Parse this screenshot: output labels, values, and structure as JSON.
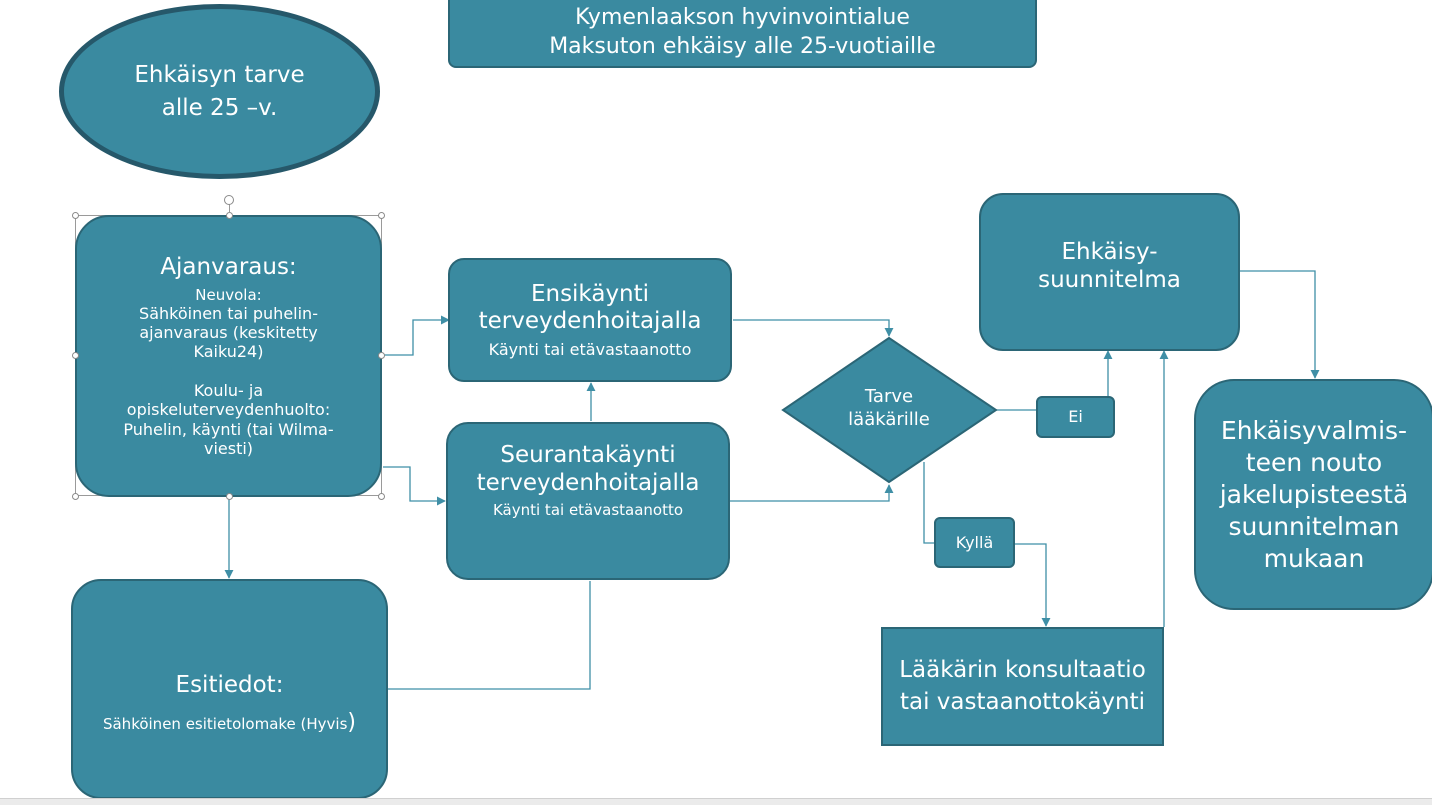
{
  "title": {
    "line1": "Kymenlaakson hyvinvointialue",
    "line2": "Maksuton ehkäisy alle 25-vuotiaille"
  },
  "need": {
    "line1": "Ehkäisyn tarve",
    "line2": "alle 25 –v."
  },
  "booking": {
    "heading": "Ajanvaraus:",
    "neuvola_label": "Neuvola:",
    "neuvola_line1": "Sähköinen tai puhelin-",
    "neuvola_line2": "ajanvaraus (keskitetty",
    "neuvola_line3": "Kaiku24)",
    "school_line1": "Koulu- ja",
    "school_line2": "opiskeluterveydenhuolto:",
    "school_line3": "Puhelin, käynti (tai Wilma-",
    "school_line4": "viesti)"
  },
  "first_visit": {
    "line1": "Ensikäynti",
    "line2": "terveydenhoitajalla",
    "line3": "Käynti tai etävastaanotto"
  },
  "followup": {
    "line1": "Seurantakäynti",
    "line2": "terveydenhoitajalla",
    "line3": "Käynti tai etävastaanotto"
  },
  "prior_info": {
    "heading": "Esitiedot:",
    "detail": "Sähköinen esitietolomake (Hyvis",
    "closing": ")"
  },
  "decision": {
    "line1": "Tarve",
    "line2": "lääkärille"
  },
  "no_label": "Ei",
  "yes_label": "Kyllä",
  "plan": {
    "line1": "Ehkäisy-",
    "line2": "suunnitelma"
  },
  "pickup": {
    "line1": "Ehkäisyvalmis-",
    "line2": "teen nouto",
    "line3": "jakelupisteestä",
    "line4": "suunnitelman",
    "line5": "mukaan"
  },
  "doctor": {
    "line1": "Lääkärin konsultaatio",
    "line2": "tai vastaanottokäynti"
  },
  "colors": {
    "box_fill": "#3a8aa0",
    "box_border": "#2b6676",
    "connector": "#3f8fa6"
  }
}
